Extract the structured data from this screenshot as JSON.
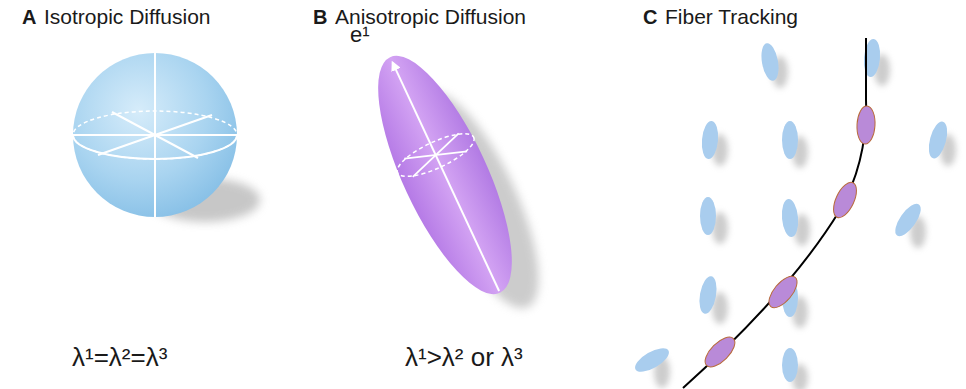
{
  "diagram": {
    "labels": [
      "A",
      "Isotropic Diffusion",
      "B",
      "Anisotropic Diffusion",
      "C",
      "Fiber Tracking",
      "e¹",
      "λ¹=λ²=λ³",
      "λ¹>λ² or λ³"
    ]
  }
}
